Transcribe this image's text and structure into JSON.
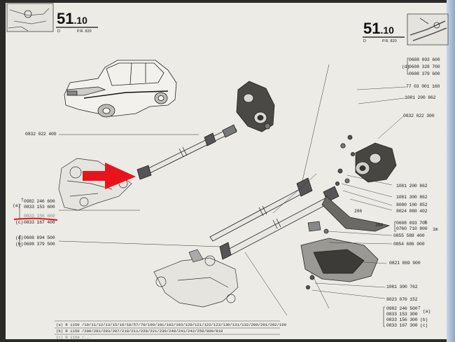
{
  "page": {
    "left_number": "51",
    "left_sub": ".10",
    "left_code": "P.R. 820",
    "left_letter": "D",
    "right_number": "51",
    "right_sub": ".10",
    "right_code": "P.R. 820",
    "right_letter": "D"
  },
  "parts_right": [
    "0608 093 600",
    "0608 328 700",
    "0608 379 600",
    "77 03 001 160",
    "1081 200 862",
    "0832 022 300",
    "1081 200 862",
    "1081 300 862",
    "8080 100 852",
    "8024 080 402",
    "0608 093 700",
    "0760 710 800",
    "0855 588 400",
    "0854 686 000",
    "0821 869 900",
    "1081 300 762",
    "8023 070 152",
    "0982 246 500",
    "0833 153 300",
    "0833 156 300",
    "0833 167 300"
  ],
  "parts_right_markers": {
    "group_top": "(d)",
    "m1": "(a)",
    "m2": "(b)",
    "m3": "(c)",
    "dagger": "†",
    "x1m": "1m",
    "num_286": "286",
    "num_290": "290"
  },
  "parts_left": {
    "shaft_label": "0832 022 400",
    "g1_a": "0982 246 600",
    "g1_b": "0833 153 600",
    "g1_c": "0833 156 600",
    "g1_d": "0833 167 400",
    "g2_a": "0608 094 500",
    "g2_b": "0608 379 500",
    "marker_a": "(a)",
    "marker_b": "(b)",
    "marker_c": "(c)",
    "marker_d": "(d)",
    "dagger": "†"
  },
  "legend": [
    "(a)   R 1150   /10/11/12/13/15/16/18/57/70/100/101/102/103/120/121/122/123/130/131/132/200/201/202/160",
    "(b)   R 1150   /200/201/203/207/210/211/220/221/230/240/241/242/250/800/810",
    "(c)   R 1150   /..."
  ],
  "colors": {
    "paper": "#ecebe6",
    "ink": "#1d1d1d",
    "annotation_red": "#e8141c",
    "background": "#2b2a28"
  },
  "icons": [
    "car-illustration",
    "steering-shaft",
    "lower-wishbone",
    "flexible-coupling",
    "steering-boot",
    "red-arrow",
    "red-underline"
  ]
}
